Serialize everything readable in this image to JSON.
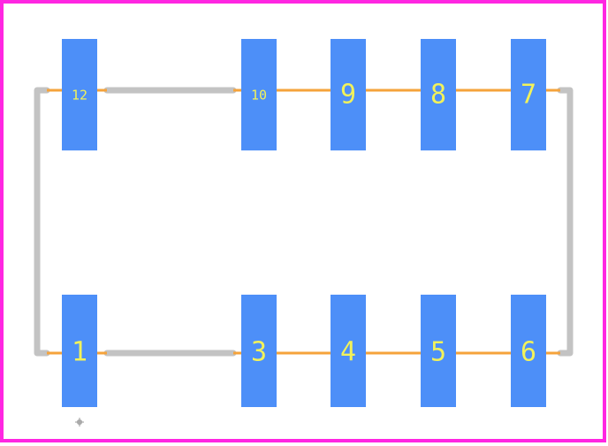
{
  "colors": {
    "background": "#ffffff",
    "board_outline": "#ff26e2",
    "pad": "#4d8ff8",
    "pad_label": "#f2f25a",
    "trace_copper": "#f5a33b",
    "silkscreen": "#c3c3c3",
    "origin_marker": "#aaaaaa"
  },
  "pads_top": [
    {
      "number": "12"
    },
    {
      "number": "10"
    },
    {
      "number": "9"
    },
    {
      "number": "8"
    },
    {
      "number": "7"
    }
  ],
  "pads_bottom": [
    {
      "number": "1"
    },
    {
      "number": "3"
    },
    {
      "number": "4"
    },
    {
      "number": "5"
    },
    {
      "number": "6"
    }
  ]
}
